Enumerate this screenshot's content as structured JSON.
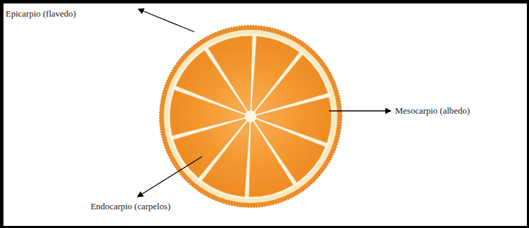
{
  "diagram": {
    "labels": [
      "Epicarpio (flavedo)",
      "Mesocarpio (albedo)",
      "Endocarpio (carpelos)"
    ]
  }
}
